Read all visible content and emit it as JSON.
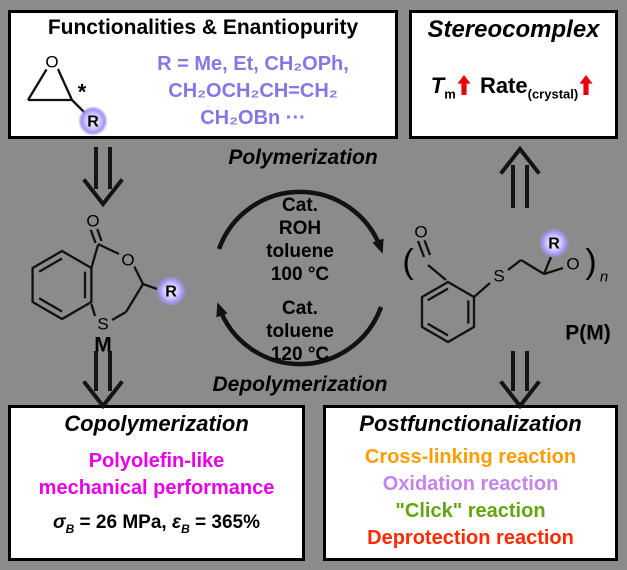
{
  "colors": {
    "background": "#8b8b8b",
    "purple": "#8677e6",
    "magenta": "#e800e8",
    "arrow_red": "#e8000b"
  },
  "functionalities_box": {
    "title": "Functionalities & Enantiopurity",
    "r_lines": [
      "R =  Me, Et, CH₂OPh,",
      "CH₂OCH₂CH=CH₂",
      "CH₂OBn ···"
    ]
  },
  "epoxide": {
    "atom_o": "O",
    "stereo_mark": "*",
    "substituent": "R"
  },
  "stereocomplex_box": {
    "title": "Stereocomplex",
    "tm_label": "T",
    "tm_sub": "m",
    "rate_label": "Rate",
    "rate_sub": "(crystal)"
  },
  "cycle": {
    "forward_label": "Polymerization",
    "reverse_label": "Depolymerization",
    "forward_conditions": [
      "Cat.",
      "ROH",
      "toluene",
      "100 °C"
    ],
    "reverse_conditions": [
      "Cat.",
      "toluene",
      "120 °C"
    ]
  },
  "monomer": {
    "label": "M",
    "atom_o_carbonyl": "O",
    "atom_o_ester": "O",
    "atom_s": "S",
    "substituent": "R"
  },
  "polymer": {
    "label": "P(M)",
    "open_paren": "(",
    "close_paren": ")",
    "repeat_subscript": "n",
    "atom_o_carbonyl": "O",
    "atom_s": "S",
    "atom_o_ester": "O",
    "substituent": "R"
  },
  "copolymerization_box": {
    "title": "Copolymerization",
    "highlight_line1": "Polyolefin-like",
    "highlight_line2": "mechanical performance",
    "stats": {
      "sigma": "σ",
      "sigma_sub": "B",
      "sigma_val": " = 26 MPa, ",
      "epsilon": "ε",
      "epsilon_sub": "B",
      "epsilon_val": " = 365%"
    }
  },
  "postfunctionalization_box": {
    "title": "Postfunctionalization",
    "reactions": [
      {
        "label": "Cross-linking reaction",
        "color": "#ff9d00"
      },
      {
        "label": "Oxidation reaction",
        "color": "#c583f0"
      },
      {
        "label": "\"Click\" reaction",
        "color": "#63a50f"
      },
      {
        "label": "Deprotection reaction",
        "color": "#ff2a00"
      }
    ]
  }
}
